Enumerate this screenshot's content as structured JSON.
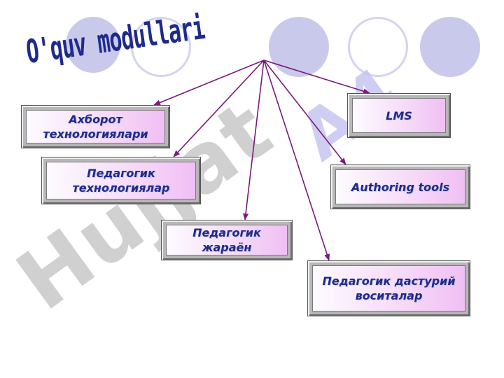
{
  "title": "O'quv modullari",
  "watermark": {
    "main": "Hujjat",
    "accent": "A4"
  },
  "colors": {
    "title": "#1e2a8c",
    "connector": "#7a1a7a",
    "box_gradient_end": "#f0bff4",
    "circle": "#c9c9ec"
  },
  "modules": [
    {
      "id": "axborot",
      "label": "Ахборот\nтехнологиялари"
    },
    {
      "id": "pedtex",
      "label": "Педагогик\nтехнологиялар"
    },
    {
      "id": "jarayon",
      "label": "Педагогик\nжараён"
    },
    {
      "id": "lms",
      "label": "LMS"
    },
    {
      "id": "authoring",
      "label": "Authoring tools"
    },
    {
      "id": "dastur",
      "label": "Педагогик дастурий\nвоситалар"
    }
  ]
}
